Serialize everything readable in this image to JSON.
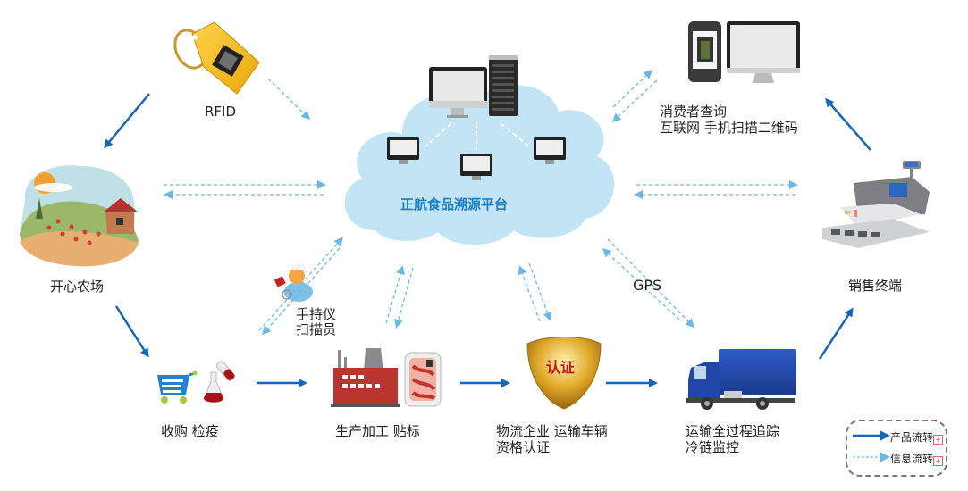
{
  "diagram": {
    "title": "正航食品溯源平台",
    "colors": {
      "product_flow": "#1565b8",
      "info_flow": "#6bb9e3",
      "cloud": "#c3e4f4",
      "platform_text": "#1a7fc4",
      "cert_text": "#c0161c"
    },
    "nodes": {
      "rfid": {
        "label": "RFID",
        "icon": "rfid-tag-icon"
      },
      "farm": {
        "label": "开心农场",
        "icon": "farm-icon"
      },
      "purchase": {
        "label": "收购 检疫",
        "icon": "cart-flask-icon"
      },
      "scanner": {
        "line1": "手持仪",
        "line2": "扫描员",
        "icon": "person-scanner-icon"
      },
      "production": {
        "label": "生产加工 贴标",
        "icon": "factory-icon"
      },
      "certification": {
        "line1": "物流企业 运输车辆",
        "line2": "资格认证",
        "badge_text": "认证",
        "icon": "shield-icon"
      },
      "transport": {
        "line1": "运输全过程追踪",
        "line2": "冷链监控",
        "icon": "truck-icon"
      },
      "gps": {
        "label": "GPS"
      },
      "sales": {
        "label": "销售终端",
        "icon": "cash-register-icon"
      },
      "consumer": {
        "line1": "消费者查询",
        "line2": "互联网 手机扫描二维码",
        "icon": "phone-monitor-icon"
      }
    },
    "legend": {
      "product_flow": "产品流转",
      "info_flow": "信息流转",
      "badge": "+"
    }
  }
}
